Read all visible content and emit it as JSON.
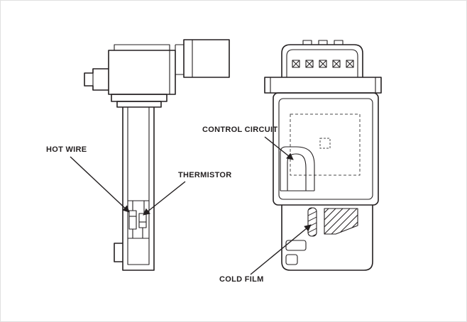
{
  "diagram": {
    "labels": {
      "hot_wire": "HOT WIRE",
      "thermistor": "THERMISTOR",
      "control_circuit": "CONTROL CIRCUIT",
      "cold_film": "COLD FILM"
    },
    "colors": {
      "line": "#231f20",
      "background": "#ffffff"
    }
  }
}
